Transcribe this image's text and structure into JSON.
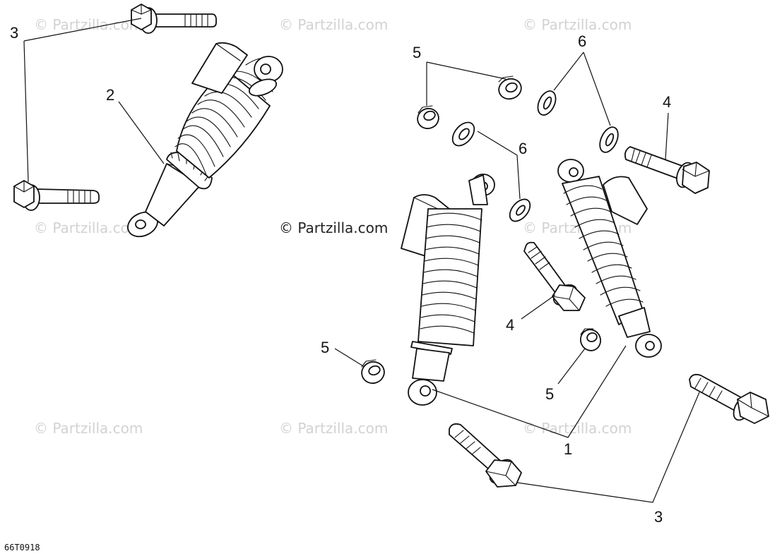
{
  "watermark": {
    "text": "© Partzilla.com",
    "main_text": "© Partzilla.com"
  },
  "diagram_code": "66T0918",
  "callouts": {
    "c3_top_left": "3",
    "c2": "2",
    "c5_top": "5",
    "c6_top": "6",
    "c4_right": "4",
    "c6_mid": "6",
    "c4_mid": "4",
    "c5_left": "5",
    "c5_right": "5",
    "c1": "1",
    "c3_bottom": "3"
  },
  "parts": [
    {
      "ref": "1",
      "name": "shock absorber (pair)"
    },
    {
      "ref": "2",
      "name": "shock absorber"
    },
    {
      "ref": "3",
      "name": "flange bolt"
    },
    {
      "ref": "4",
      "name": "flange bolt"
    },
    {
      "ref": "5",
      "name": "nut"
    },
    {
      "ref": "6",
      "name": "washer"
    }
  ]
}
